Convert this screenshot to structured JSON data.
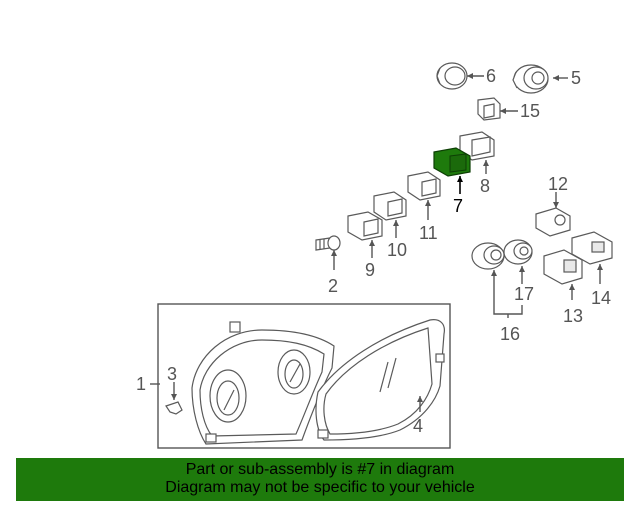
{
  "highlight_color": "#1e7a0c",
  "callouts": {
    "c1": "1",
    "c2": "2",
    "c3": "3",
    "c4": "4",
    "c5": "5",
    "c6": "6",
    "c7": "7",
    "c8": "8",
    "c9": "9",
    "c10": "10",
    "c11": "11",
    "c12": "12",
    "c13": "13",
    "c14": "14",
    "c15": "15",
    "c16": "16",
    "c17": "17"
  },
  "banner": {
    "line1": "Part or sub-assembly is #7 in diagram",
    "line2": "Diagram may not be specific to your vehicle"
  },
  "icons": [
    "switch-icon",
    "knob-icon",
    "cluster-icon",
    "screw-icon",
    "clip-icon"
  ]
}
